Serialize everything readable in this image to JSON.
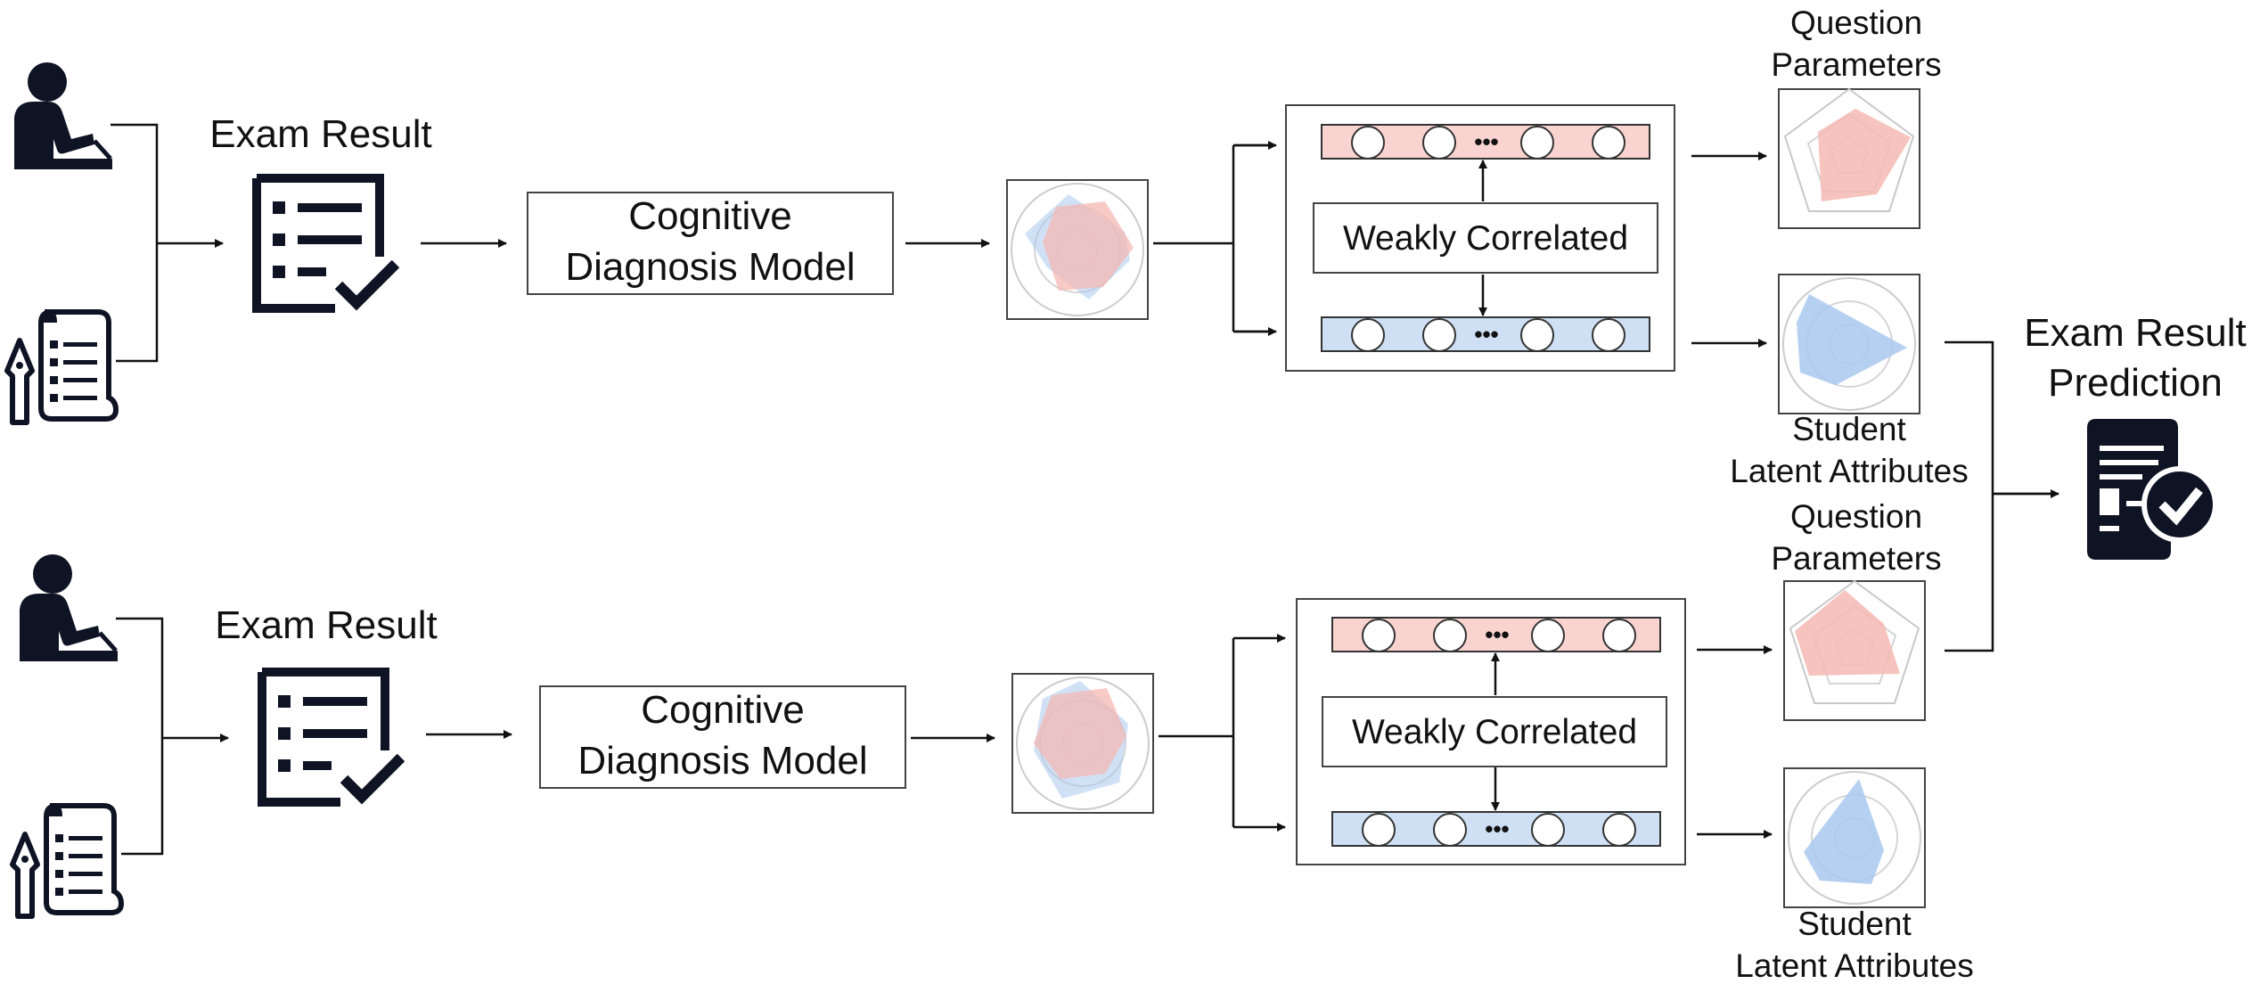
{
  "colors": {
    "ink": "#0e1424",
    "question_fill": "#f5b8b3",
    "student_fill": "#a9c8ee",
    "question_bar": "#f9d3cf",
    "student_bar": "#cfe0f5"
  },
  "icons": [
    "student-icon",
    "exam-paper-icon",
    "checklist-icon",
    "radar-chart-icon",
    "prediction-document-icon"
  ],
  "top_row": {
    "exam_result": "Exam Result",
    "model_line1": "Cognitive",
    "model_line2": "Diagnosis Model",
    "correlation": "Weakly Correlated",
    "question_line1": "Question",
    "question_line2": "Parameters",
    "student_line1": "Student",
    "student_line2": "Latent Attributes",
    "ellipsis": "•••"
  },
  "bottom_row": {
    "exam_result": "Exam Result",
    "model_line1": "Cognitive",
    "model_line2": "Diagnosis Model",
    "correlation": "Weakly Correlated",
    "question_line1": "Question",
    "question_line2": "Parameters",
    "student_line1": "Student",
    "student_line2": "Latent Attributes",
    "ellipsis": "•••"
  },
  "output": {
    "line1": "Exam Result",
    "line2": "Prediction"
  }
}
